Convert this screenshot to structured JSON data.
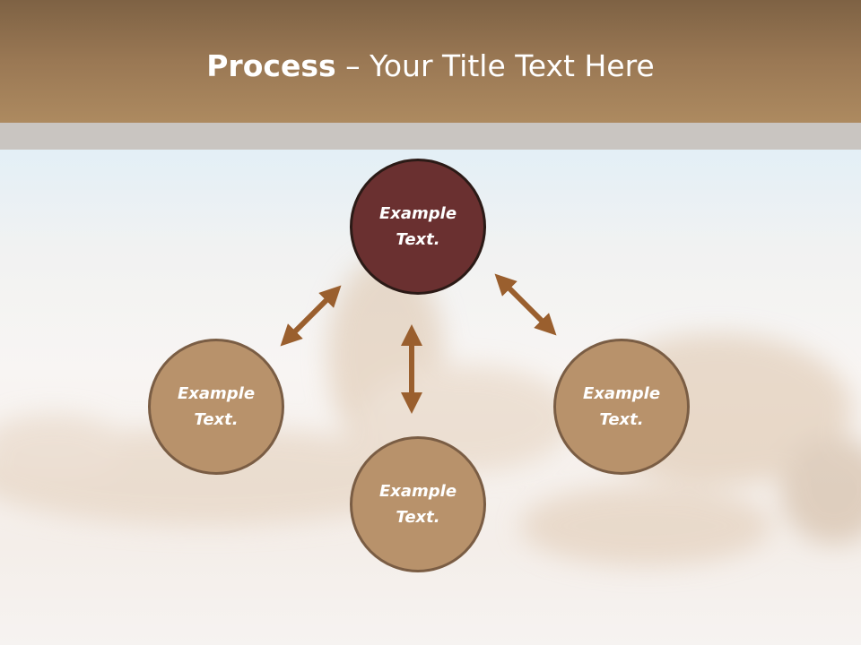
{
  "slide": {
    "title_bold": "Process",
    "title_rest": " – Your Title Text Here"
  },
  "nodes": {
    "top": "Example Text.",
    "left": "Example Text.",
    "right": "Example Text.",
    "bottom": "Example Text."
  },
  "colors": {
    "header": "#9a7854",
    "stripe": "#c9c5c1",
    "main_node": "#6a3030",
    "side_node": "#b8926b",
    "arrow": "#9a5f2e"
  },
  "icons": [
    "double-arrow-icon"
  ]
}
